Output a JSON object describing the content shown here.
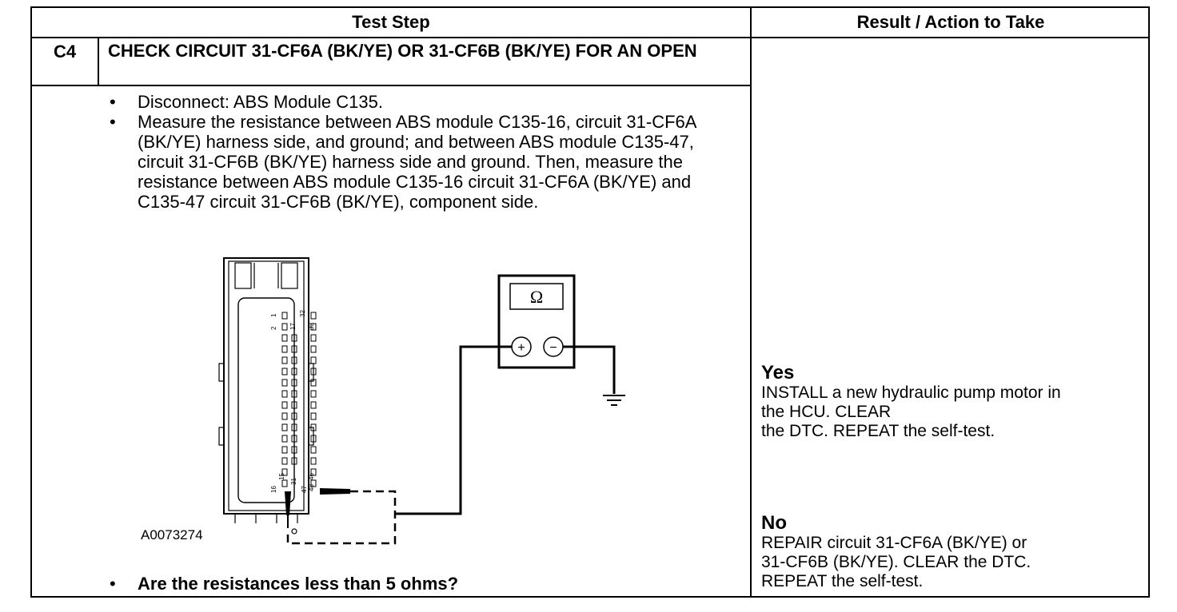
{
  "table": {
    "col_test_step": "Test Step",
    "col_result": "Result / Action to Take"
  },
  "step": {
    "id": "C4",
    "title": "CHECK CIRCUIT 31-CF6A (BK/YE) OR 31-CF6B (BK/YE) FOR AN OPEN",
    "bullet": "•",
    "instructions": [
      "Disconnect: ABS Module C135.",
      "Measure the resistance between ABS module C135-16, circuit 31-CF6A (BK/YE) harness side, and ground; and between ABS module C135-47, circuit 31-CF6B (BK/YE) harness side and ground. Then, measure the resistance between ABS module C135-16 circuit 31-CF6A (BK/YE) and C135-47 circuit 31-CF6B (BK/YE), component side."
    ],
    "question": "Are the resistances less than 5 ohms?"
  },
  "figure": {
    "id": "A0073274",
    "meter_symbol": "Ω",
    "plus": "+",
    "minus": "−",
    "pin_labels": [
      "1",
      "2",
      "17",
      "32",
      "33",
      "15",
      "16",
      "31",
      "46",
      "47",
      "48"
    ]
  },
  "results": {
    "yes_label": "Yes",
    "yes_line1": "INSTALL a new hydraulic pump motor in",
    "yes_line2": "the HCU. CLEAR",
    "yes_line3": "the DTC. REPEAT the self-test.",
    "no_label": "No",
    "no_line1": "REPAIR circuit 31-CF6A (BK/YE) or",
    "no_line2": "31-CF6B (BK/YE). CLEAR the DTC.",
    "no_line3": "REPEAT the self-test."
  }
}
